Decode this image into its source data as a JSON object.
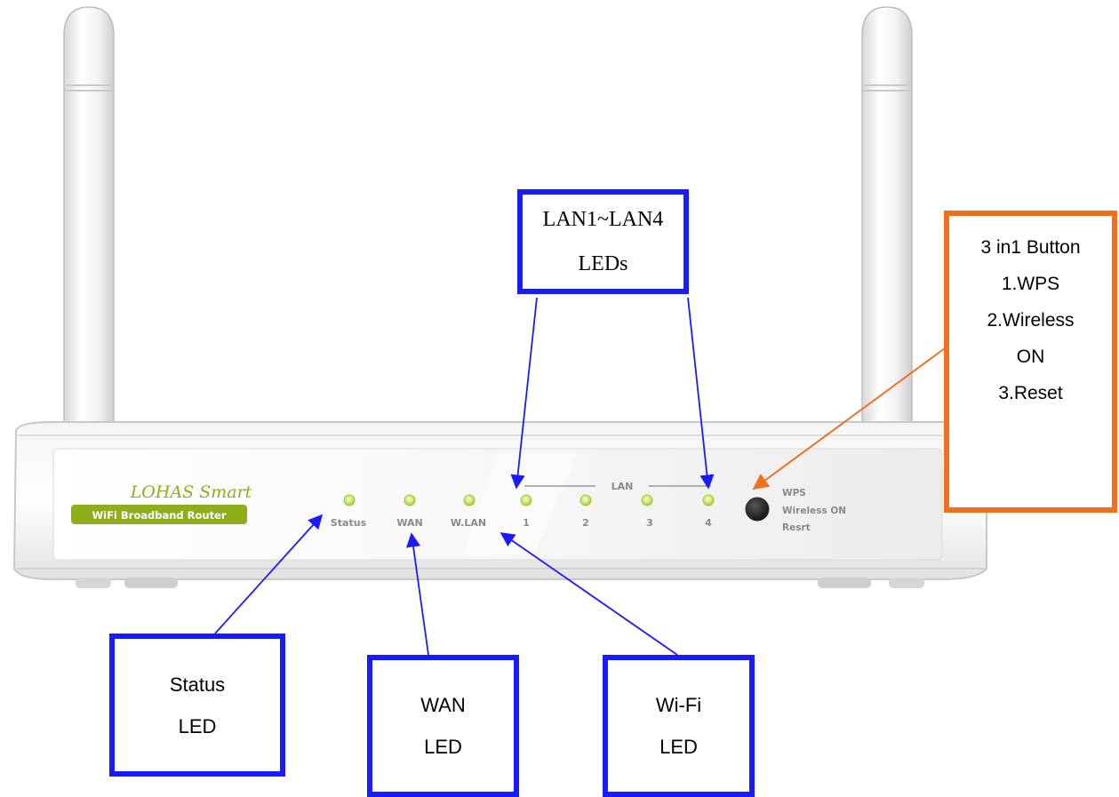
{
  "router": {
    "brand_script": "LOHAS Smart",
    "badge": "WiFi Broadband Router",
    "leds": [
      "Status",
      "WAN",
      "W.LAN",
      "1",
      "2",
      "3",
      "4"
    ],
    "lan_group_label": "LAN",
    "button_labels": [
      "WPS",
      "Wireless ON",
      "Resrt"
    ]
  },
  "callouts": {
    "lan": [
      "LAN1~LAN4",
      "LEDs"
    ],
    "three_in_one": [
      "3 in1 Button",
      "1.WPS",
      "2.Wireless",
      "ON",
      "3.Reset"
    ],
    "status": [
      "Status",
      "LED"
    ],
    "wan": [
      "WAN",
      "LED"
    ],
    "wifi": [
      "Wi-Fi",
      "LED"
    ]
  },
  "colors": {
    "box_blue": "#1a1aff",
    "box_orange": "#f07020",
    "arrow_blue": "#1a1aff",
    "arrow_orange": "#f07020",
    "badge_green": "#8fae1b",
    "led_green": "#c8e868"
  }
}
